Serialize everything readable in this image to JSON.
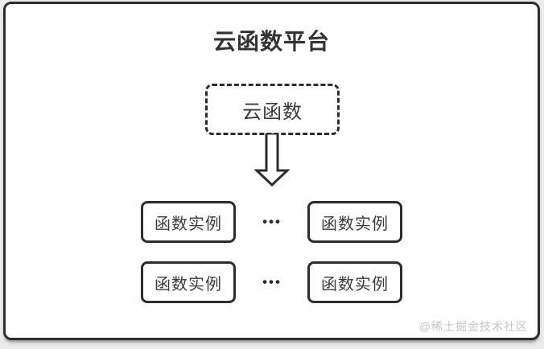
{
  "page": {
    "title": "云函数平台",
    "cloud_function_label": "云函数",
    "rows": [
      {
        "left": "函数实例",
        "dots": "•••",
        "right": "函数实例"
      },
      {
        "left": "函数实例",
        "dots": "•••",
        "right": "函数实例"
      }
    ],
    "watermark": "@稀土掘金技术社区",
    "icons": {
      "arrow": "down-block-arrow"
    },
    "colors": {
      "line": "#2d2d2d",
      "title_text": "#333333",
      "box_text": "#3a3a3a",
      "watermark_text": "#c4c4c4",
      "canvas": "#ffffff",
      "surround": "#eaeaea"
    }
  }
}
